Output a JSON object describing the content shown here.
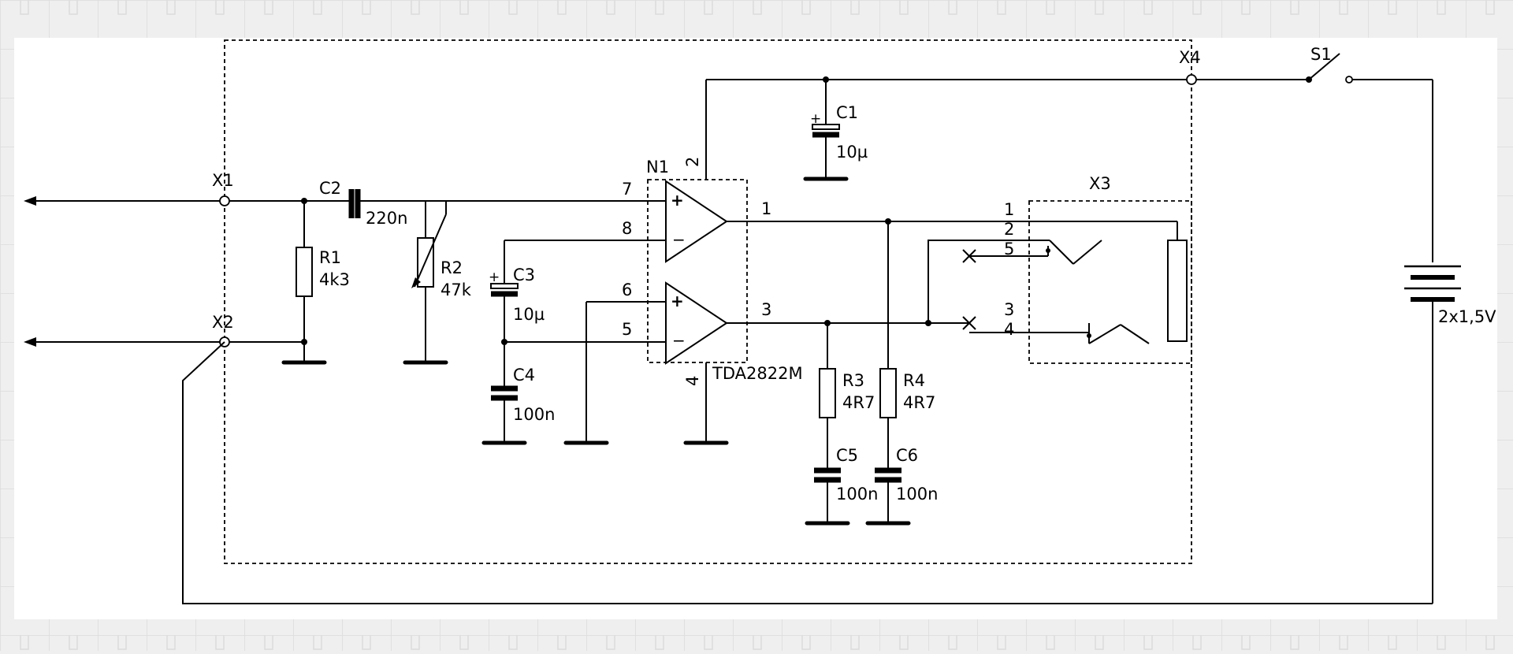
{
  "components": {
    "X1": "X1",
    "X2": "X2",
    "X3": "X3",
    "X4": "X4",
    "S1": "S1",
    "N1": "N1",
    "N1_part": "TDA2822M",
    "R1": "R1",
    "R1_value": "4k3",
    "R2": "R2",
    "R2_value": "47k",
    "R3": "R3",
    "R3_value": "4R7",
    "R4": "R4",
    "R4_value": "4R7",
    "C1": "C1",
    "C1_value": "10µ",
    "C2": "C2",
    "C2_value": "220n",
    "C3": "C3",
    "C3_value": "10µ",
    "C4": "C4",
    "C4_value": "100n",
    "C5": "C5",
    "C5_value": "100n",
    "C6": "C6",
    "C6_value": "100n",
    "battery_value": "2x1,5V"
  },
  "pins": {
    "n1_2": "2",
    "n1_7": "7",
    "n1_8": "8",
    "n1_6": "6",
    "n1_5": "5",
    "n1_1": "1",
    "n1_3": "3",
    "n1_4": "4",
    "x3_1": "1",
    "x3_2": "2",
    "x3_5": "5",
    "x3_3": "3",
    "x3_4": "4"
  },
  "symbols": {
    "plus": "+",
    "minus": "−"
  }
}
